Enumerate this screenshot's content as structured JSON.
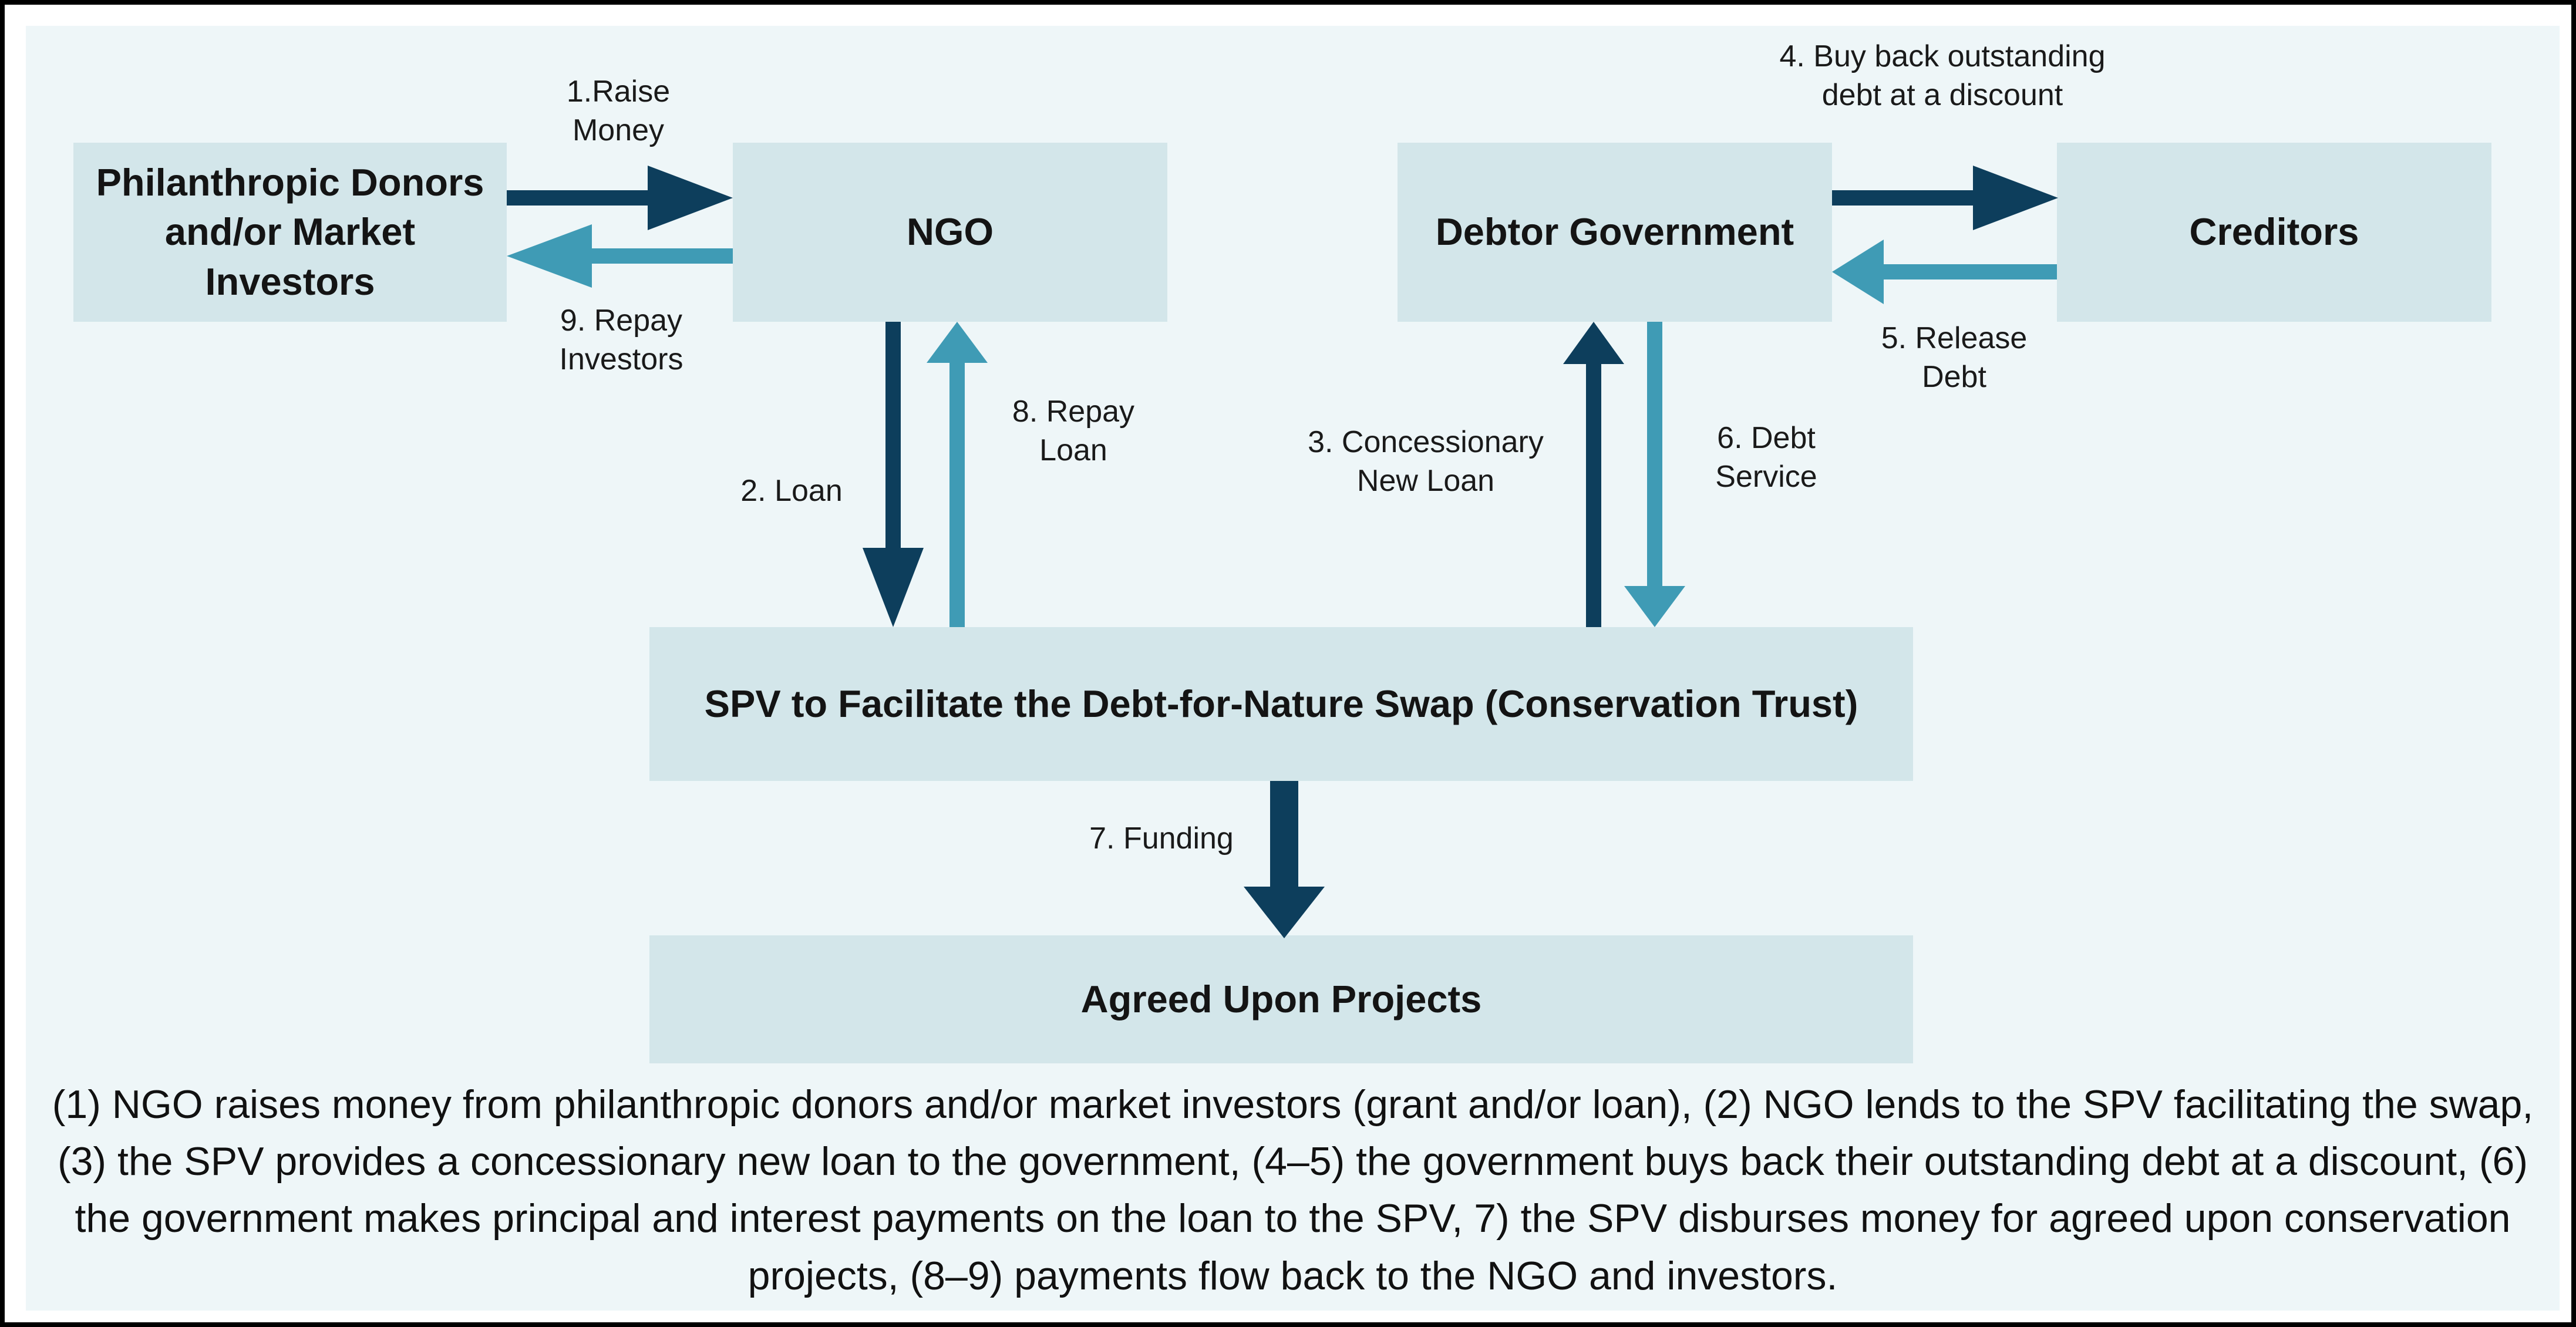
{
  "colors": {
    "box_fill": "#d3e6ea",
    "panel_bg": "#eef6f8",
    "arrow_dark": "#0d3e5c",
    "arrow_light": "#3f9bb5"
  },
  "boxes": {
    "donors": "Philanthropic Donors and/or Market Investors",
    "ngo": "NGO",
    "government": "Debtor Government",
    "creditors": "Creditors",
    "spv": "SPV to Facilitate the Debt-for-Nature Swap (Conservation Trust)",
    "projects": "Agreed Upon Projects"
  },
  "flows": {
    "raise_money": {
      "line1": "1.Raise",
      "line2": "Money"
    },
    "loan": {
      "line1": "2. Loan"
    },
    "concessionary_loan": {
      "line1": "3. Concessionary",
      "line2": "New Loan"
    },
    "buy_back": {
      "line1": "4. Buy back outstanding",
      "line2": "debt at a discount"
    },
    "release_debt": {
      "line1": "5. Release",
      "line2": "Debt"
    },
    "debt_service": {
      "line1": "6. Debt",
      "line2": "Service"
    },
    "funding": {
      "line1": "7. Funding"
    },
    "repay_loan": {
      "line1": "8. Repay",
      "line2": "Loan"
    },
    "repay_investors": {
      "line1": "9. Repay",
      "line2": "Investors"
    }
  },
  "caption": "(1) NGO raises money from philanthropic donors and/or market investors (grant and/or loan), (2) NGO lends to the SPV facilitating the swap, (3) the SPV provides a concessionary  new loan to the government, (4–5)  the government buys back their outstanding debt at a discount, (6) the government makes principal and interest payments on the loan to the SPV, 7) the SPV disburses money for agreed upon conservation projects, (8–9) payments flow back to the NGO and investors."
}
